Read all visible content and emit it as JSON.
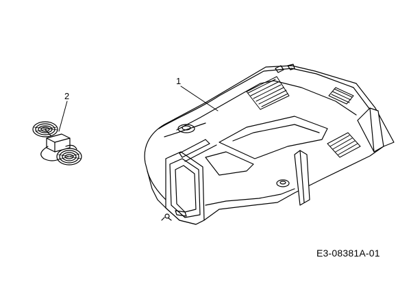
{
  "parts": [
    {
      "number": "1",
      "label": ""
    },
    {
      "number": "2",
      "label": ""
    }
  ],
  "drawing_code": "E3-08381A-01",
  "colors": {
    "line": "#000000",
    "background": "#ffffff"
  }
}
